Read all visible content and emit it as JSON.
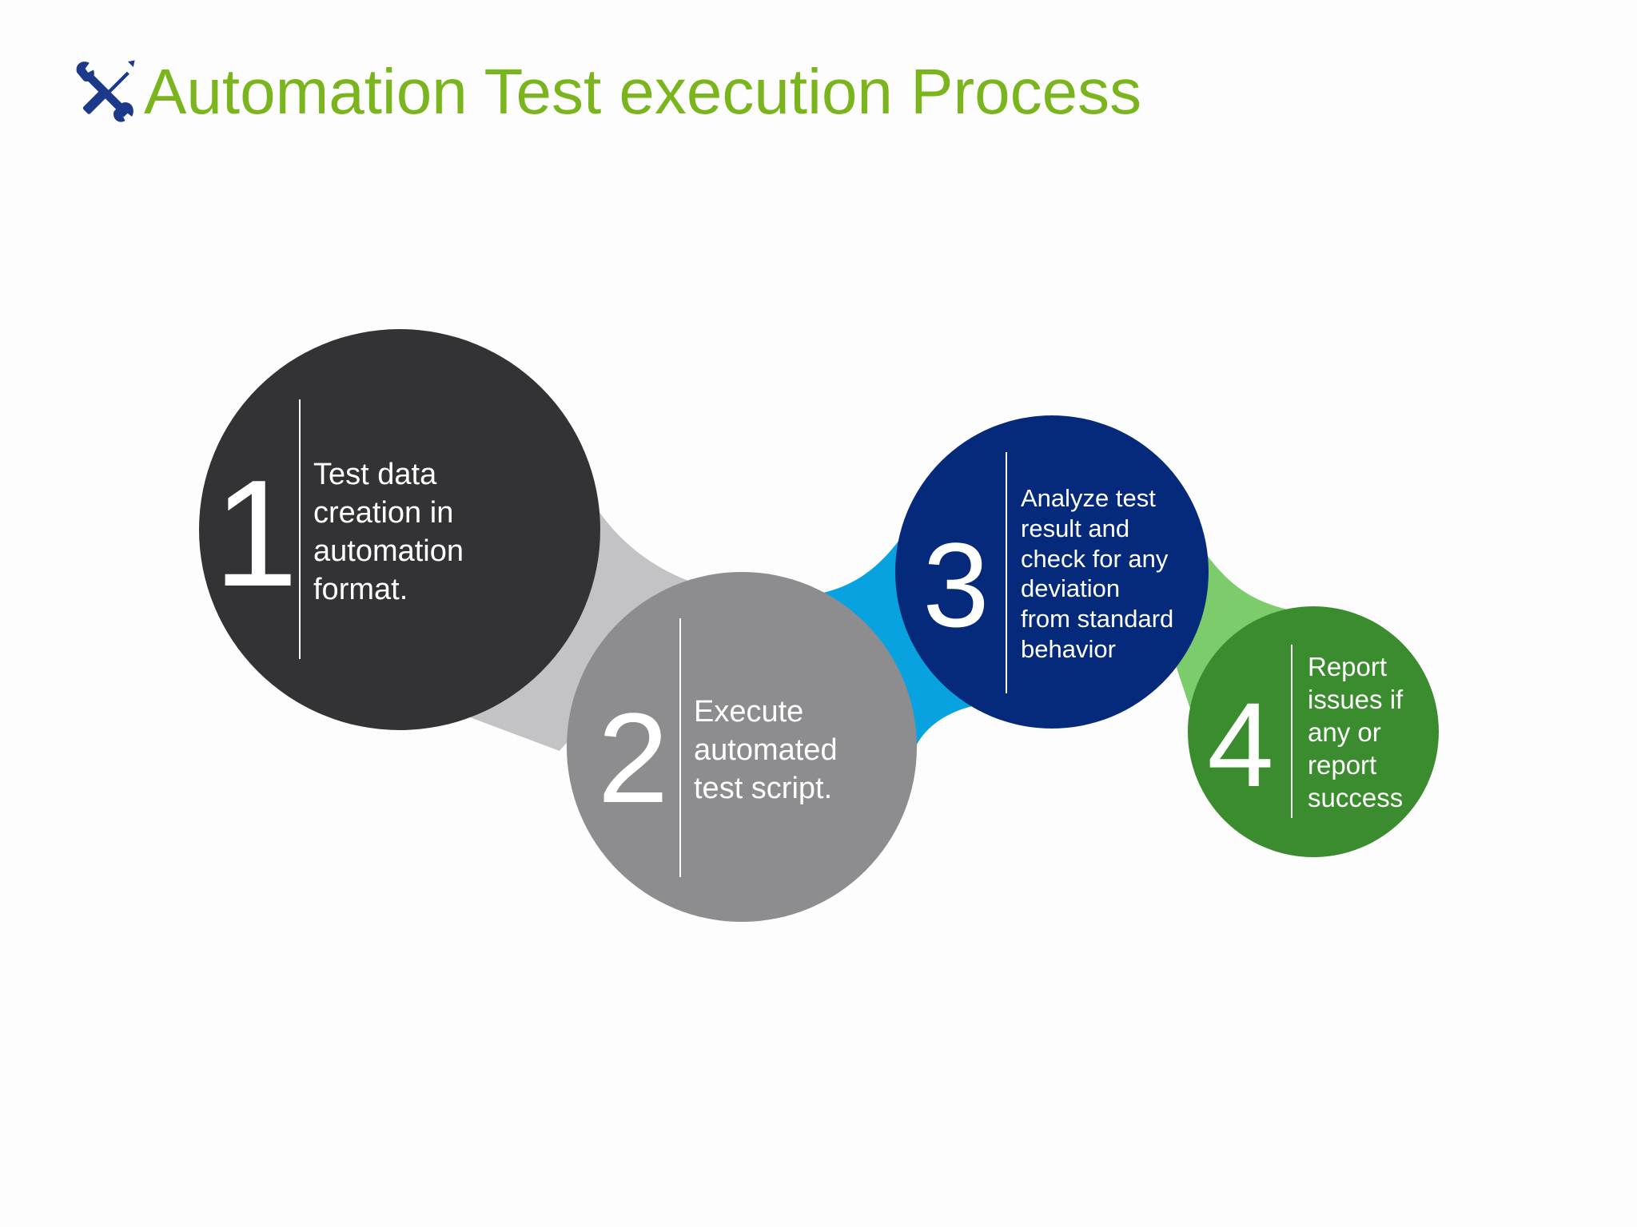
{
  "title": "Automation Test execution Process",
  "title_icon": "wrench-screwdriver-icon",
  "colors": {
    "title": "#7ab51d",
    "icon": "#1d3a8a",
    "step1": "#333335",
    "step2": "#8d8c8e",
    "step3": "#052a7b",
    "step4": "#3b8c2e",
    "connector12": "#c3c2c4",
    "connector23": "#08a2e0",
    "connector34": "#7ccc6c"
  },
  "steps": [
    {
      "number": "1",
      "lines": [
        "Test data",
        "creation in",
        "automation",
        "format."
      ]
    },
    {
      "number": "2",
      "lines": [
        "Execute",
        "automated",
        "test script."
      ]
    },
    {
      "number": "3",
      "lines": [
        "Analyze test",
        "result and",
        "check for any",
        "deviation",
        "from standard",
        "behavior"
      ]
    },
    {
      "number": "4",
      "lines": [
        "Report",
        "issues if",
        "any or",
        "report",
        "success"
      ]
    }
  ]
}
